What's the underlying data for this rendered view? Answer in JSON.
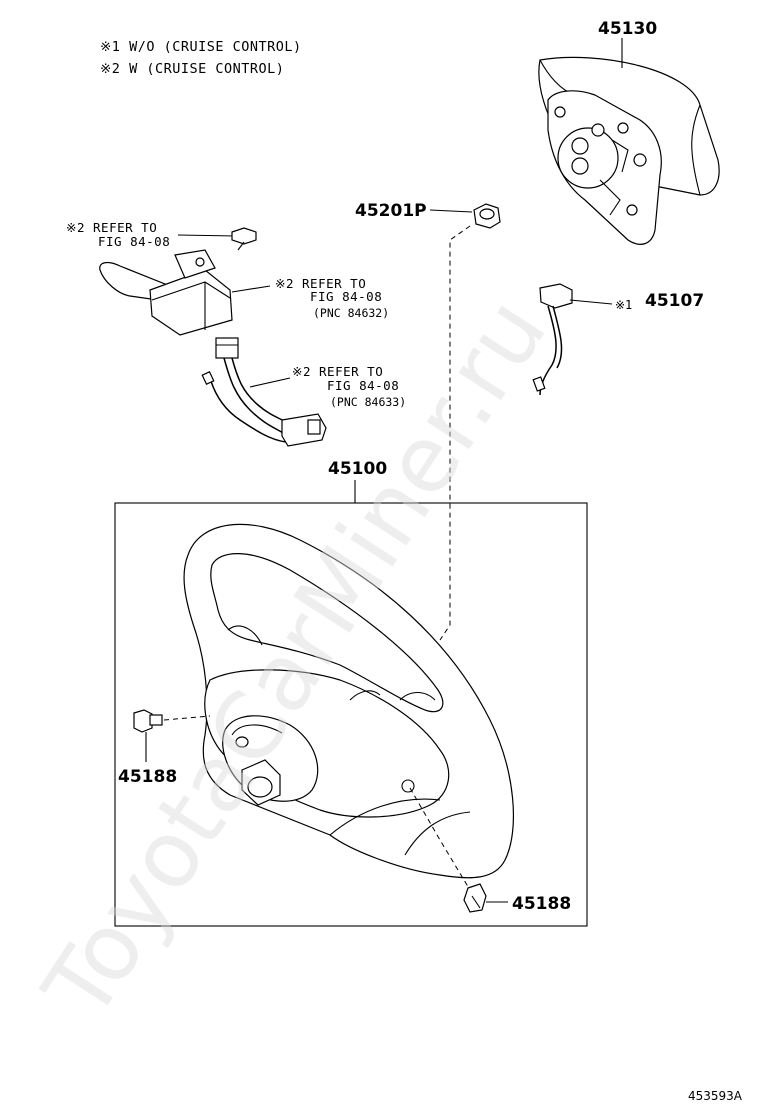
{
  "legend": {
    "note1": "※1 W/O (CRUISE CONTROL)",
    "note2": "※2 W (CRUISE CONTROL)"
  },
  "parts": {
    "airbag": "45130",
    "nut": "45201P",
    "horn_wire": "45107",
    "wheel": "45100",
    "screw_left": "45188",
    "screw_right": "45188"
  },
  "refs": {
    "ref_a_line1": "※2 REFER TO",
    "ref_a_line2": "FIG 84-08",
    "ref_b_line1": "※2 REFER TO",
    "ref_b_line2": "FIG 84-08",
    "ref_b_line3": "(PNC 84632)",
    "ref_c_line1": "※2 REFER TO",
    "ref_c_line2": "FIG 84-08",
    "ref_c_line3": "(PNC 84633)",
    "horn_marker": "※1"
  },
  "watermark": "ToyotaCarMiner.ru",
  "drawing_code": "453593A"
}
